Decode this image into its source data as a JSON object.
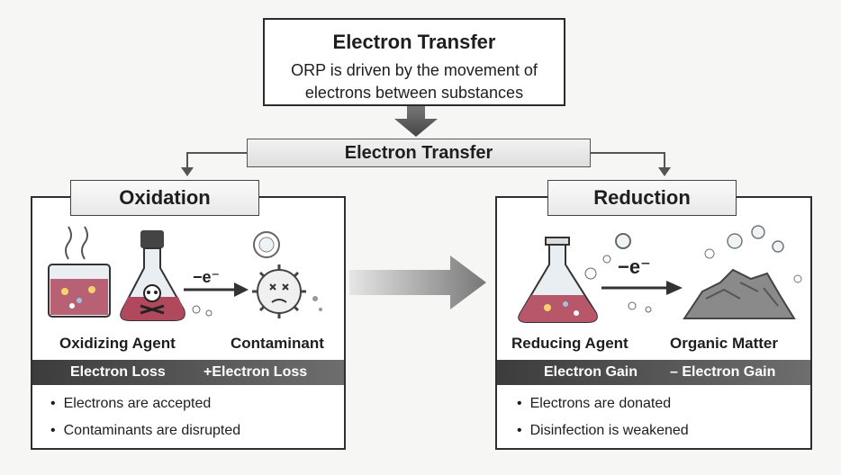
{
  "header": {
    "title": "Electron Transfer",
    "description_line1": "ORP is driven by the movement of",
    "description_line2": "electrons between substances"
  },
  "transfer_bar": {
    "label": "Electron Transfer"
  },
  "oxidation": {
    "title": "Oxidation",
    "electron_symbol": "−e⁻",
    "agent_label": "Oxidizing Agent",
    "target_label": "Contaminant",
    "band_left": "Electron Loss",
    "band_right": "+Electron Loss",
    "bullets": [
      "Electrons are accepted",
      "Contaminants are disrupted"
    ]
  },
  "reduction": {
    "title": "Reduction",
    "electron_symbol": "−e⁻",
    "agent_label": "Reducing Agent",
    "target_label": "Organic Matter",
    "band_left": "Electron Gain",
    "band_right": "– Electron Gain",
    "bullets": [
      "Electrons are donated",
      "Disinfection is weakened"
    ]
  },
  "colors": {
    "band_dark": "#3c3c3c",
    "liquid_left": "#b0485e",
    "liquid_right": "#b8566a",
    "arrow_gray": "#555555"
  }
}
